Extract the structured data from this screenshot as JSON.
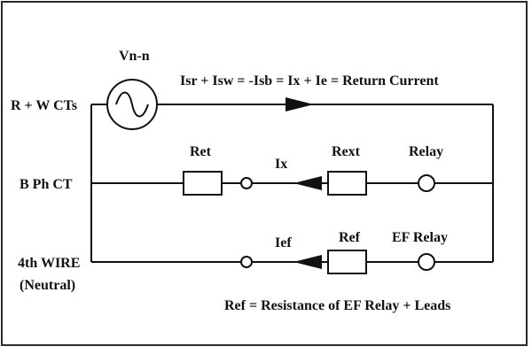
{
  "diagram": {
    "source_label": "Vn-n",
    "return_equation": "Isr + Isw = -Isb = Ix + Ie = Return Current",
    "rows": {
      "rw_ct": "R + W CTs",
      "b_ph_ct": "B Ph CT",
      "fourth_wire_line1": "4th WIRE",
      "fourth_wire_line2": "(Neutral)"
    },
    "components": {
      "ret": "Ret",
      "ix": "Ix",
      "rext": "Rext",
      "relay": "Relay",
      "ief": "Ief",
      "ref": "Ref",
      "ef_relay": "EF Relay"
    },
    "note": "Ref = Resistance of EF Relay + Leads"
  }
}
